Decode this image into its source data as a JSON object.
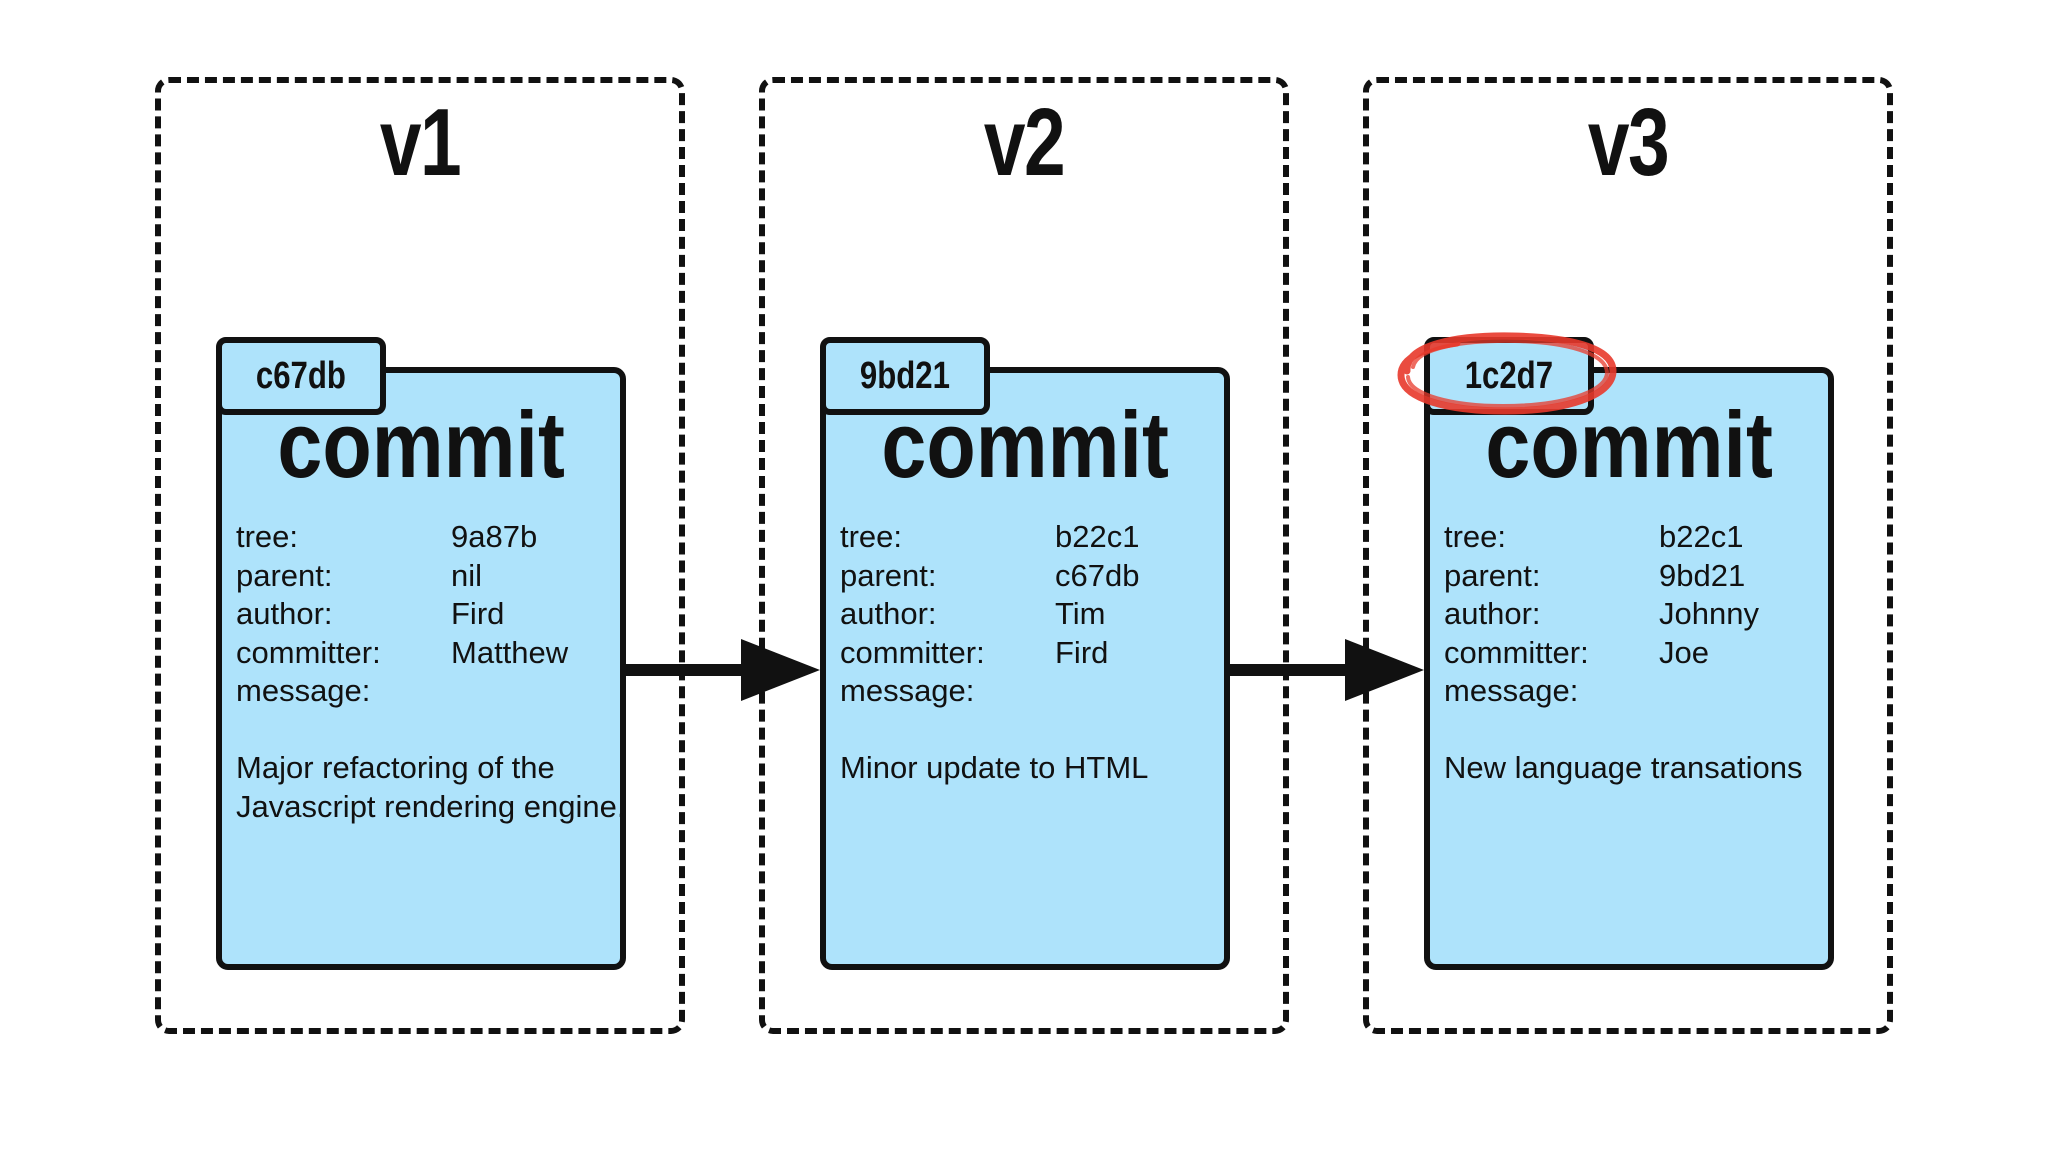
{
  "versions": [
    {
      "label": "v1",
      "hash": "c67db",
      "title": "commit",
      "fields": [
        {
          "label": "tree:",
          "value": "9a87b"
        },
        {
          "label": "parent:",
          "value": "nil"
        },
        {
          "label": "author:",
          "value": "Fird"
        },
        {
          "label": "committer:",
          "value": "Matthew"
        },
        {
          "label": "message:",
          "value": ""
        }
      ],
      "message": "Major refactoring of the Javascript rendering engine."
    },
    {
      "label": "v2",
      "hash": "9bd21",
      "title": "commit",
      "fields": [
        {
          "label": "tree:",
          "value": "b22c1"
        },
        {
          "label": "parent:",
          "value": "c67db"
        },
        {
          "label": "author:",
          "value": "Tim"
        },
        {
          "label": "committer:",
          "value": "Fird"
        },
        {
          "label": "message:",
          "value": ""
        }
      ],
      "message": "Minor update to HTML"
    },
    {
      "label": "v3",
      "hash": "1c2d7",
      "title": "commit",
      "fields": [
        {
          "label": "tree:",
          "value": "b22c1"
        },
        {
          "label": "parent:",
          "value": "9bd21"
        },
        {
          "label": "author:",
          "value": "Johnny"
        },
        {
          "label": "committer:",
          "value": "Joe"
        },
        {
          "label": "message:",
          "value": ""
        }
      ],
      "message": "New language transations"
    }
  ],
  "colors": {
    "card_fill": "#aee3fb",
    "outline": "#111111",
    "highlight": "#e8392b"
  }
}
